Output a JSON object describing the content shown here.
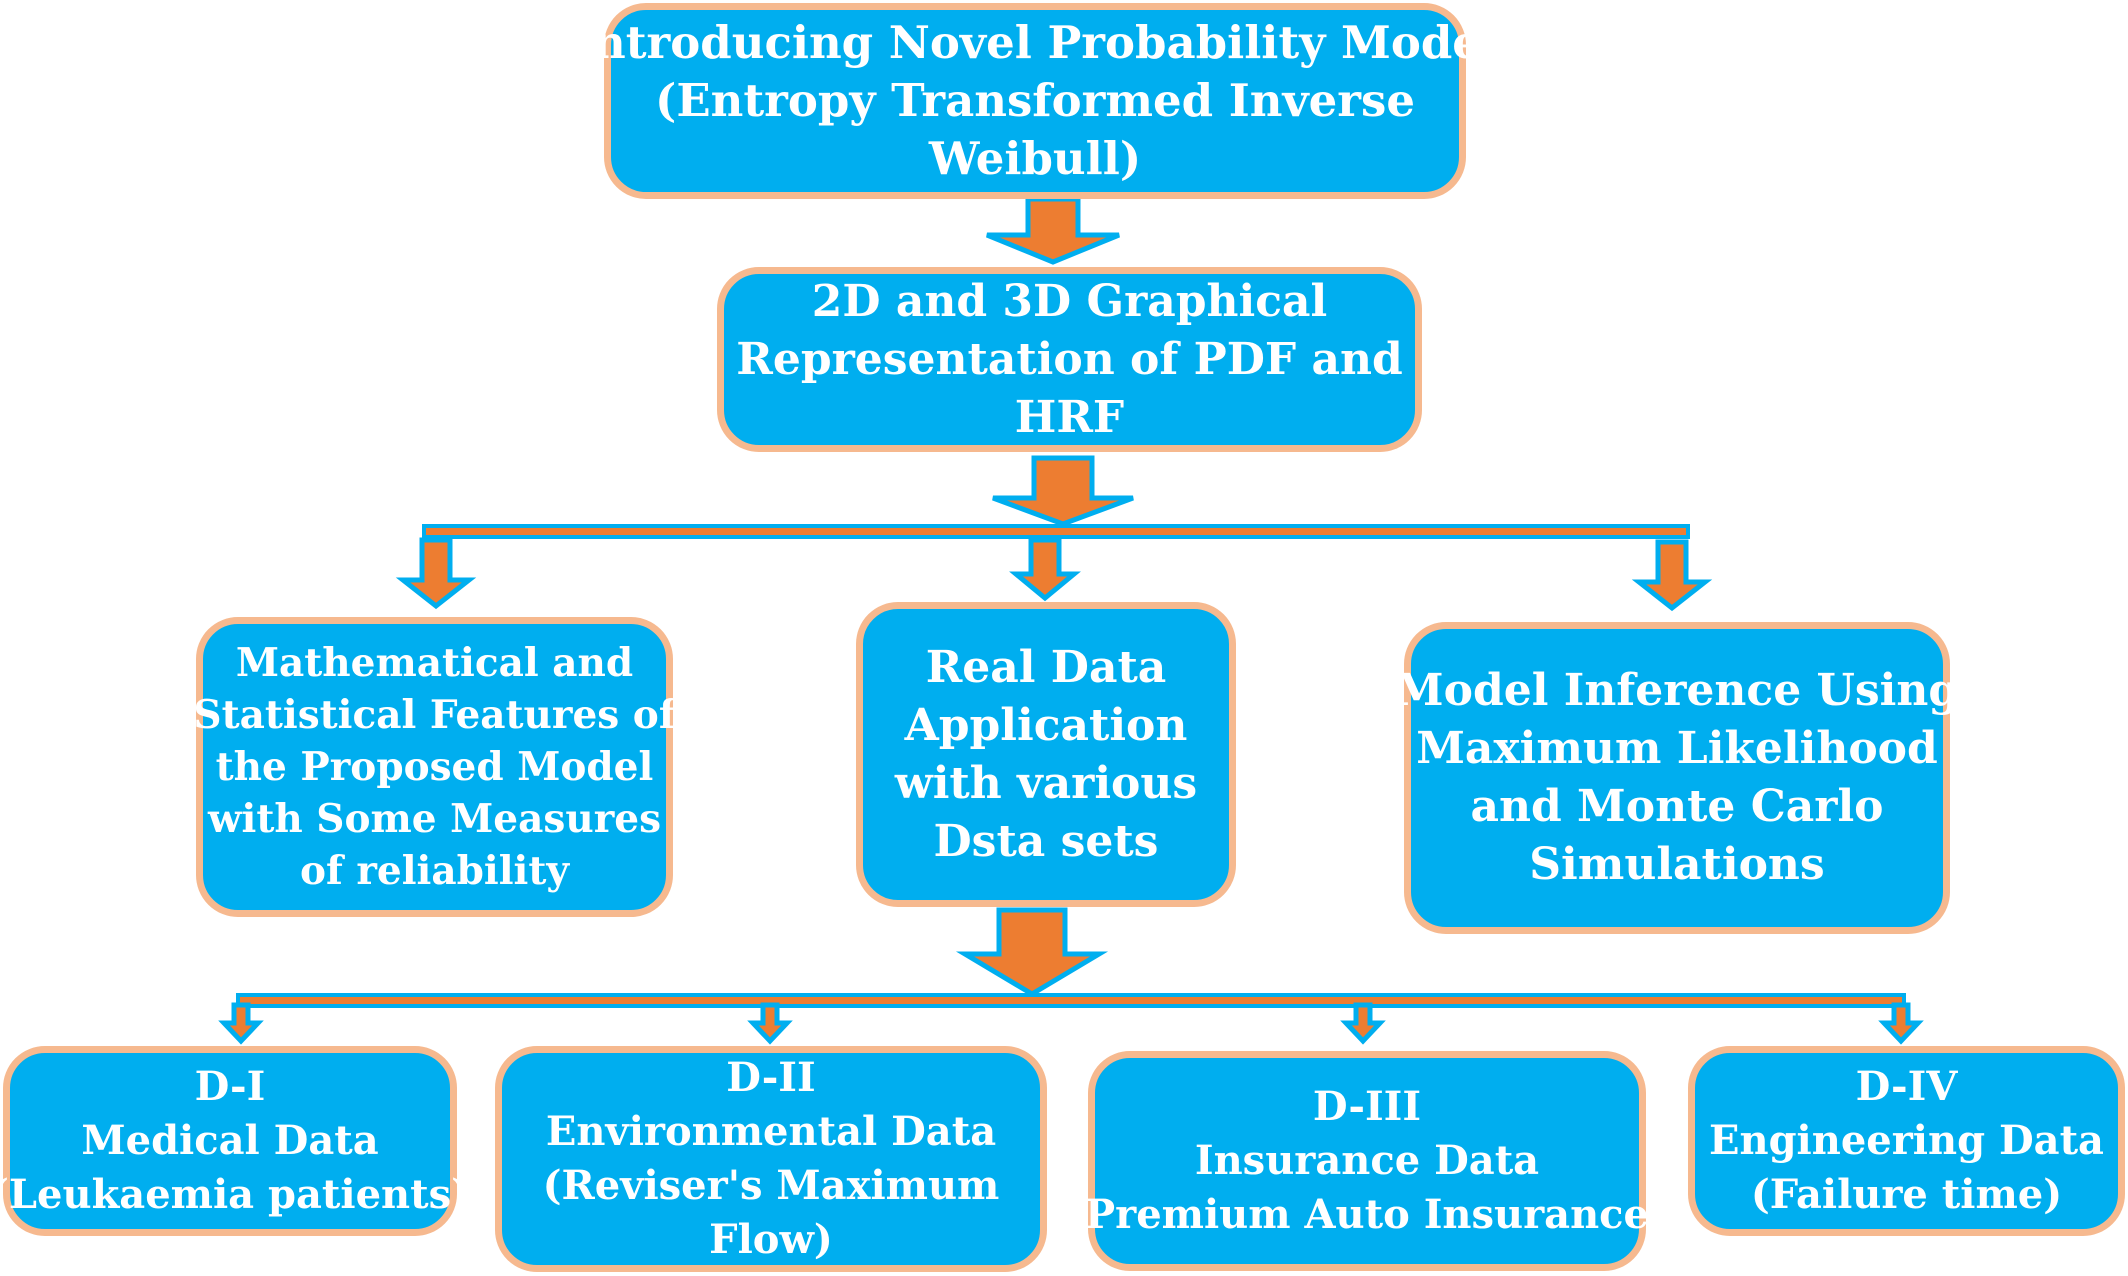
{
  "colors": {
    "box_fill": "#00aeef",
    "box_border": "#f6b98f",
    "arrow_fill": "#ed7d31",
    "arrow_outline": "#00aeef",
    "connector_line": "#00aeef",
    "text": "#ffffff"
  },
  "top": {
    "lines": [
      "Introducing  Novel Probability Model",
      "(Entropy Transformed Inverse",
      "Weibull)"
    ]
  },
  "graphical": {
    "lines": [
      "2D and 3D Graphical",
      "Representation of PDF and",
      "HRF"
    ]
  },
  "features": {
    "lines": [
      "Mathematical and",
      "Statistical Features of",
      "the Proposed Model",
      "with Some Measures",
      "of reliability"
    ]
  },
  "real_data": {
    "lines": [
      "Real Data",
      "Application",
      "with various",
      "Dsta sets"
    ]
  },
  "inference": {
    "lines": [
      "Model Inference Using",
      "Maximum Likelihood",
      "and Monte Carlo",
      "Simulations"
    ]
  },
  "datasets": [
    {
      "id": "D-I",
      "lines": [
        "Medical Data",
        "(Leukaemia patients)"
      ]
    },
    {
      "id": "D-II",
      "lines": [
        "Environmental Data",
        "(Reviser's Maximum",
        "Flow)"
      ]
    },
    {
      "id": "D-III",
      "lines": [
        "Insurance Data",
        "(Premium Auto Insurance)"
      ]
    },
    {
      "id": "D-IV",
      "lines": [
        "Engineering Data",
        "(Failure time)"
      ]
    }
  ]
}
